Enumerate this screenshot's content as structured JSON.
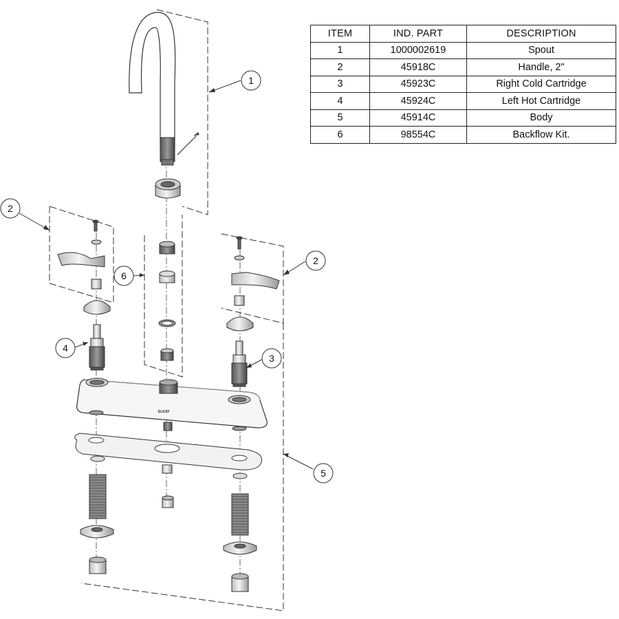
{
  "table": {
    "headers": [
      "ITEM",
      "IND. PART",
      "DESCRIPTION"
    ],
    "rows": [
      {
        "item": "1",
        "part": "1000002619",
        "description": "Spout"
      },
      {
        "item": "2",
        "part": "45918C",
        "description": "Handle, 2\""
      },
      {
        "item": "3",
        "part": "45923C",
        "description": "Right Cold Cartridge"
      },
      {
        "item": "4",
        "part": "45924C",
        "description": "Left Hot Cartridge"
      },
      {
        "item": "5",
        "part": "45914C",
        "description": "Body"
      },
      {
        "item": "6",
        "part": "98554C",
        "description": "Backflow Kit."
      }
    ]
  },
  "callouts": {
    "spout": "1",
    "handle_left": "2",
    "handle_right": "2",
    "cartridge_cold": "3",
    "cartridge_hot": "4",
    "body": "5",
    "backflow": "6"
  },
  "brand_mark": "ELKAY"
}
